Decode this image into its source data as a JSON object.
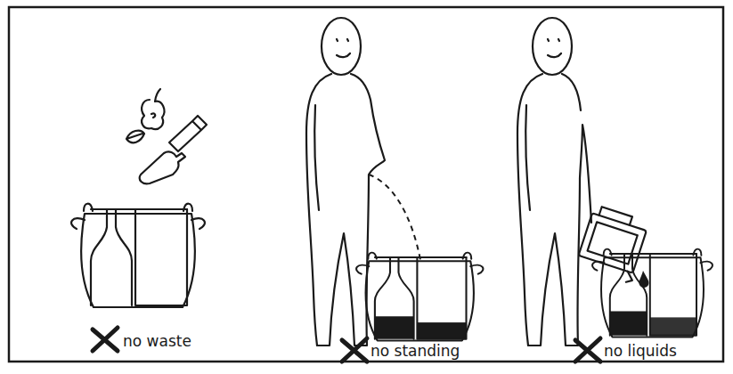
{
  "diagram": {
    "labels": [
      "no waste",
      "no standing",
      "no liquids"
    ]
  }
}
